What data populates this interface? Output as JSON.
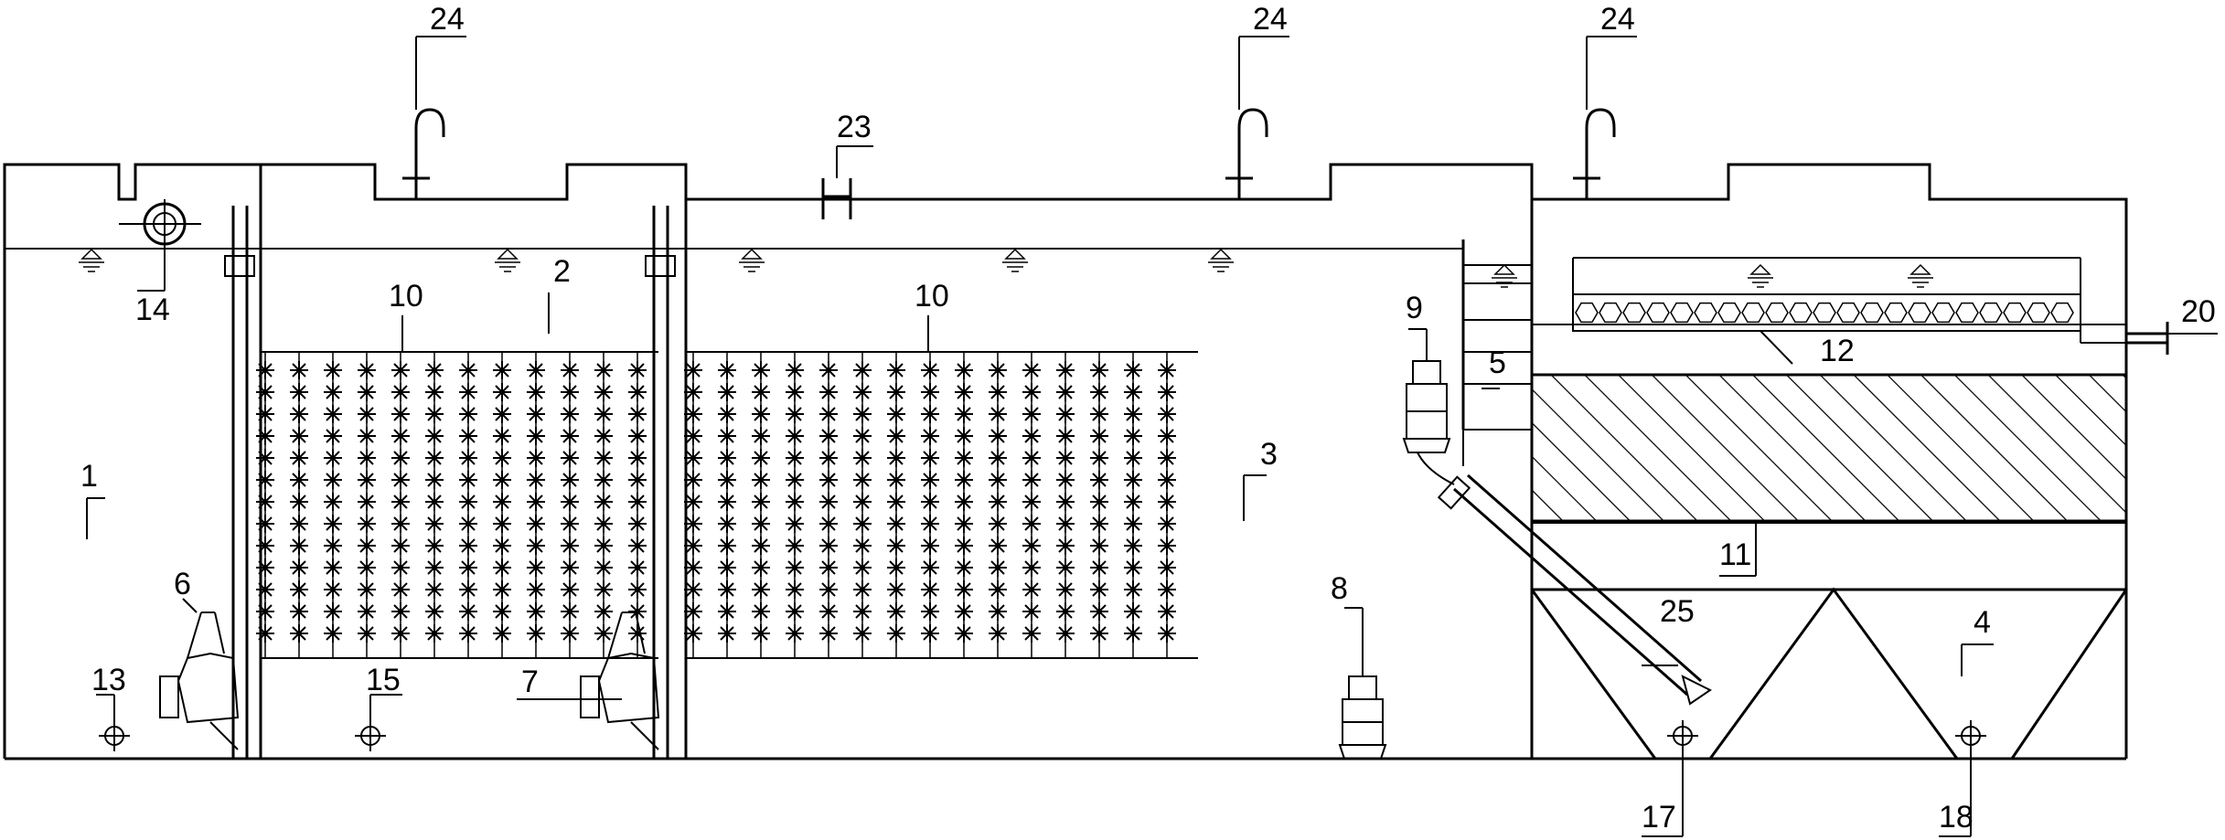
{
  "diagram": {
    "labels": {
      "tank_anoxic": "1",
      "tank_aerobic": "2",
      "tank_bio_contact": "3",
      "tank_sedimentation": "4",
      "partition_chamber": "5",
      "mixer_first": "6",
      "mixer_second": "7",
      "pump_bottom": "8",
      "pump_upper": "9",
      "media_left": "10",
      "media_right": "10",
      "inclined_plates": "11",
      "filter_layer": "12",
      "inlet_anoxic": "13",
      "inlet_pipe": "14",
      "inlet_aerobic": "15",
      "outlet_17": "17",
      "outlet_18": "18",
      "effluent_pipe": "20",
      "valve_23": "23",
      "vent_left": "24",
      "vent_middle": "24",
      "vent_right": "24",
      "return_pipe": "25"
    },
    "colors": {
      "line": "#000000",
      "background": "#ffffff"
    }
  }
}
